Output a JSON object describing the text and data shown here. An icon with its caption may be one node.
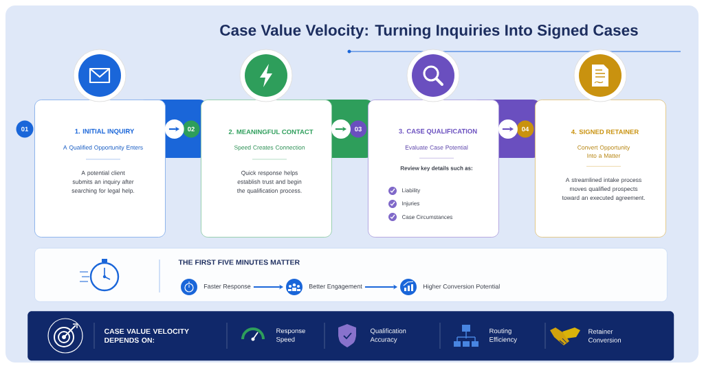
{
  "diagram": {
    "title": "Case Value Velocity: Turning Inquiries Into Signed Cases",
    "nodes": [
      {
        "text": [
          "1. INITIAL INQUIRY",
          "A Qualified Opportunity Enters",
          "A potential client submits an inquiry after searching for legal help."
        ],
        "beside": [
          "01"
        ]
      },
      {
        "text": [
          "2. MEANINGFUL CONTACT",
          "Speed Creates Connection",
          "Quick response helps establish trust and begin the qualification process."
        ],
        "beside": [
          "02"
        ]
      },
      {
        "text": [
          "3. CASE QUALIFICATION",
          "Evaluate Case Potential",
          "Review key details such as:",
          "Liability",
          "Injuries",
          "Case Circumstances"
        ],
        "beside": [
          "03"
        ]
      },
      {
        "text": [
          "4. SIGNED RETAINER",
          "Convert Opportunity Into a Matter",
          "A streamlined intake process moves qualified prospects toward an executed agreement."
        ],
        "beside": [
          "04"
        ]
      },
      {
        "text": [
          "THE FIRST FIVE MINUTES MATTER"
        ]
      },
      {
        "text": [
          "Faster Response"
        ],
        "in": 4
      },
      {
        "text": [
          "Better Engagement"
        ],
        "in": 4
      },
      {
        "text": [
          "Higher Conversion Potential"
        ],
        "in": 4
      },
      {
        "text": [
          "CASE VALUE VELOCITY DEPENDS ON:"
        ]
      },
      {
        "text": [
          "Response Speed"
        ],
        "in": 8
      },
      {
        "text": [
          "Qualification Accuracy"
        ],
        "in": 8
      },
      {
        "text": [
          "Routing Efficiency"
        ],
        "in": 8
      },
      {
        "text": [
          "Retainer Conversion"
        ],
        "in": 8
      }
    ],
    "edges": [
      {
        "from": 0,
        "to": 1,
        "arrow": "to"
      },
      {
        "from": 1,
        "to": 2,
        "arrow": "to",
        "color": "#2e9e5b"
      },
      {
        "from": 2,
        "to": 3,
        "arrow": "to",
        "color": "#6a4fbf"
      },
      {
        "from": 5,
        "to": 6,
        "arrow": "to"
      },
      {
        "from": 6,
        "to": 7,
        "arrow": "to"
      }
    ]
  }
}
